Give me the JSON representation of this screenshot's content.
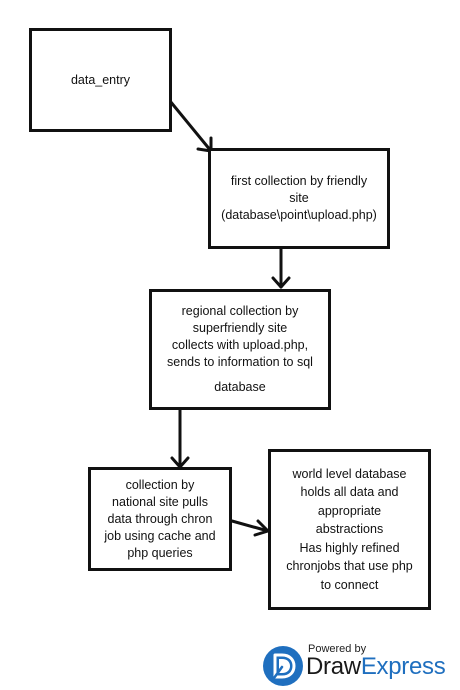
{
  "nodes": {
    "data_entry": {
      "lines": [
        "data_entry"
      ]
    },
    "first_collection": {
      "lines": [
        "first collection by friendly",
        "site",
        "(database\\point\\upload.php)"
      ]
    },
    "regional_collection": {
      "lines": [
        "regional collection by",
        "superfriendly site",
        "collects with upload.php,",
        "sends to information to sql",
        "",
        "database"
      ]
    },
    "national_collection": {
      "lines": [
        "collection by",
        "national site pulls",
        "data through chron",
        "job using cache and",
        "php queries"
      ]
    },
    "world_database": {
      "lines": [
        "world level database",
        "holds all data and",
        "appropriate",
        "abstractions",
        "Has highly refined",
        "chronjobs that use php",
        "to connect"
      ]
    }
  },
  "edges": [
    {
      "from": "data_entry",
      "to": "first_collection"
    },
    {
      "from": "first_collection",
      "to": "regional_collection"
    },
    {
      "from": "regional_collection",
      "to": "national_collection"
    },
    {
      "from": "national_collection",
      "to": "world_database"
    }
  ],
  "branding": {
    "powered_by": "Powered by",
    "brand_part1": "Draw",
    "brand_part2": "Express",
    "icon": "drawexpress-logo-icon",
    "colors": {
      "brand_blue": "#1f6fbf",
      "dark": "#1a1a1a"
    }
  }
}
